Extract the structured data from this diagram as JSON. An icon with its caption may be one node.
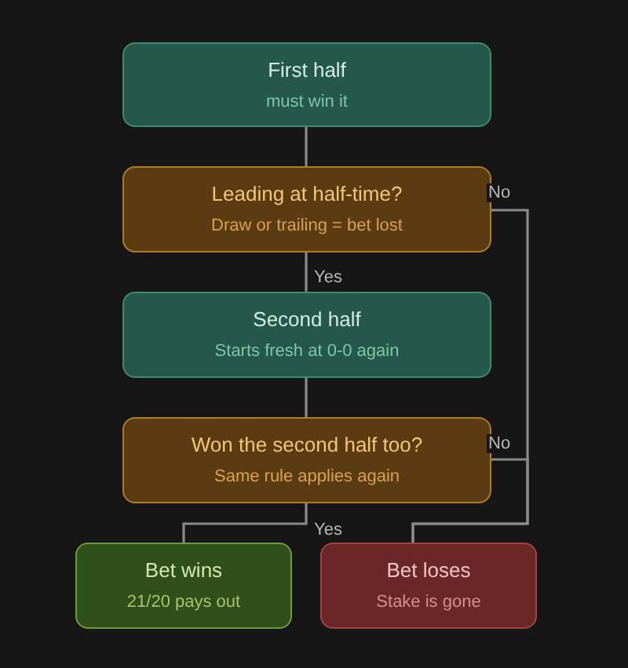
{
  "diagram": {
    "nodes": [
      {
        "text": [
          "First half",
          "must win it"
        ]
      },
      {
        "text": [
          "Leading at half-time?",
          "Draw or trailing = bet lost"
        ]
      },
      {
        "text": [
          "Second half",
          "Starts fresh at 0-0 again"
        ]
      },
      {
        "text": [
          "Won the second half too?",
          "Same rule applies again"
        ]
      },
      {
        "text": [
          "Bet wins",
          "21/20 pays out"
        ]
      },
      {
        "text": [
          "Bet loses",
          "Stake is gone"
        ]
      }
    ],
    "edges": [
      {
        "from": 0,
        "to": 1,
        "arrow": "none"
      },
      {
        "from": 1,
        "to": 2,
        "arrow": "none",
        "label": "Yes"
      },
      {
        "from": 1,
        "to": 5,
        "arrow": "none",
        "label": "No"
      },
      {
        "from": 2,
        "to": 3,
        "arrow": "none"
      },
      {
        "from": 3,
        "to": 4,
        "arrow": "none",
        "label": "Yes"
      },
      {
        "from": 3,
        "to": 5,
        "arrow": "none",
        "label": "No"
      }
    ]
  }
}
